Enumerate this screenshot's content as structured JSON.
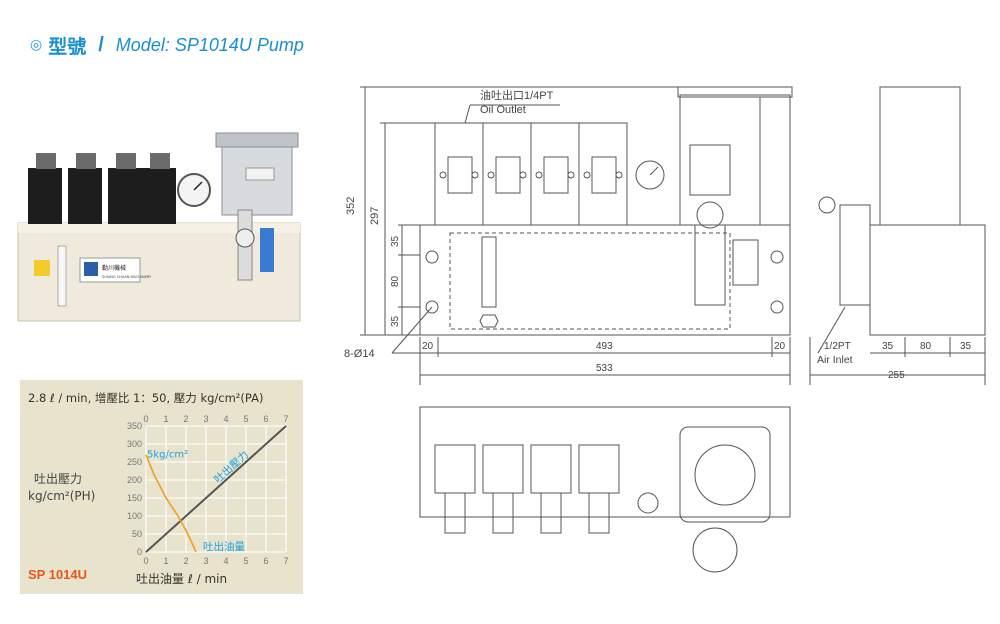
{
  "header": {
    "bullet": "◎",
    "title_zh": "型號",
    "separator": "/",
    "model": "Model: SP1014U Pump"
  },
  "photo": {
    "brand_label": "勤川機械",
    "brand_sub": "SHIANG CHUAN MACHINERY"
  },
  "chart": {
    "header": "2.8 ℓ / min, 增壓比 1：50, 壓力 kg/cm²(PA)",
    "ylabel_line1": "吐出壓力",
    "ylabel_line2": "kg/cm²(PH)",
    "xlabel": "吐出油量 ℓ / min",
    "model_label": "SP 1014U",
    "ann_air": "5kg/cm²",
    "ann_pressure": "吐出壓力",
    "ann_flow": "吐出油量"
  },
  "chart_data": {
    "type": "line",
    "title": "2.8 ℓ / min, 增壓比 1：50, 壓力 kg/cm²(PA)",
    "xlabel": "吐出油量 ℓ / min",
    "ylabel": "吐出壓力 kg/cm²(PH)",
    "x_ticks": [
      "0",
      "1",
      "2",
      "3",
      "4",
      "5",
      "6",
      "7"
    ],
    "y_ticks": [
      "0",
      "50",
      "100",
      "150",
      "200",
      "250",
      "300",
      "350"
    ],
    "top_ticks": [
      "0",
      "1",
      "2",
      "3",
      "4",
      "5",
      "6",
      "7"
    ],
    "xlim": [
      0,
      7
    ],
    "ylim": [
      0,
      350
    ],
    "series": [
      {
        "name": "吐出壓力",
        "color": "#555555",
        "x": [
          0,
          7
        ],
        "y": [
          0,
          350
        ]
      },
      {
        "name": "吐出油量",
        "color": "#f0a020",
        "x": [
          0.0,
          0.4,
          1.0,
          1.6,
          2.0,
          2.3,
          2.5
        ],
        "y": [
          270,
          215,
          150,
          100,
          60,
          25,
          0
        ]
      }
    ]
  },
  "drawing": {
    "oil_outlet_zh": "油吐出口1/4PT",
    "oil_outlet_en": "Oil Outlet",
    "dim_352": "352",
    "dim_297": "297",
    "dim_35a": "35",
    "dim_80": "80",
    "dim_35b": "35",
    "dim_holes": "8-Ø14",
    "dim_20a": "20",
    "dim_493": "493",
    "dim_20b": "20",
    "dim_533": "533",
    "side_pt": "1/2PT",
    "side_35a": "35",
    "side_80": "80",
    "side_35b": "35",
    "air_inlet": "Air Inlet",
    "side_255": "255"
  }
}
